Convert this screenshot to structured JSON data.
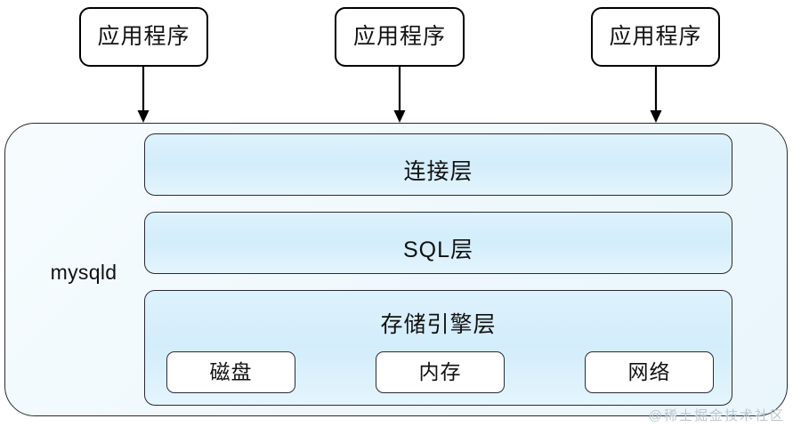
{
  "diagram": {
    "title": "mysqld architecture",
    "colors": {
      "container_fill": "#eef8fc",
      "layer_fill": "#d5eefb",
      "box_fill": "#ffffff",
      "stroke": "#2b2b33",
      "text": "#111111",
      "watermark": "#b9c6cf"
    },
    "apps": [
      {
        "label": "应用程序"
      },
      {
        "label": "应用程序"
      },
      {
        "label": "应用程序"
      }
    ],
    "arrows": [
      {
        "name": "arrow-app-1-to-connection"
      },
      {
        "name": "arrow-app-2-to-connection"
      },
      {
        "name": "arrow-app-3-to-connection"
      }
    ],
    "container": {
      "label": "mysqld"
    },
    "layers": [
      {
        "name": "connection-layer",
        "label": "连接层"
      },
      {
        "name": "sql-layer",
        "label": "SQL层"
      },
      {
        "name": "storage-engine-layer",
        "label": "存储引擎层"
      }
    ],
    "storage_resources": [
      {
        "label": "磁盘"
      },
      {
        "label": "内存"
      },
      {
        "label": "网络"
      }
    ],
    "watermark": "@稀土掘金技术社区"
  }
}
